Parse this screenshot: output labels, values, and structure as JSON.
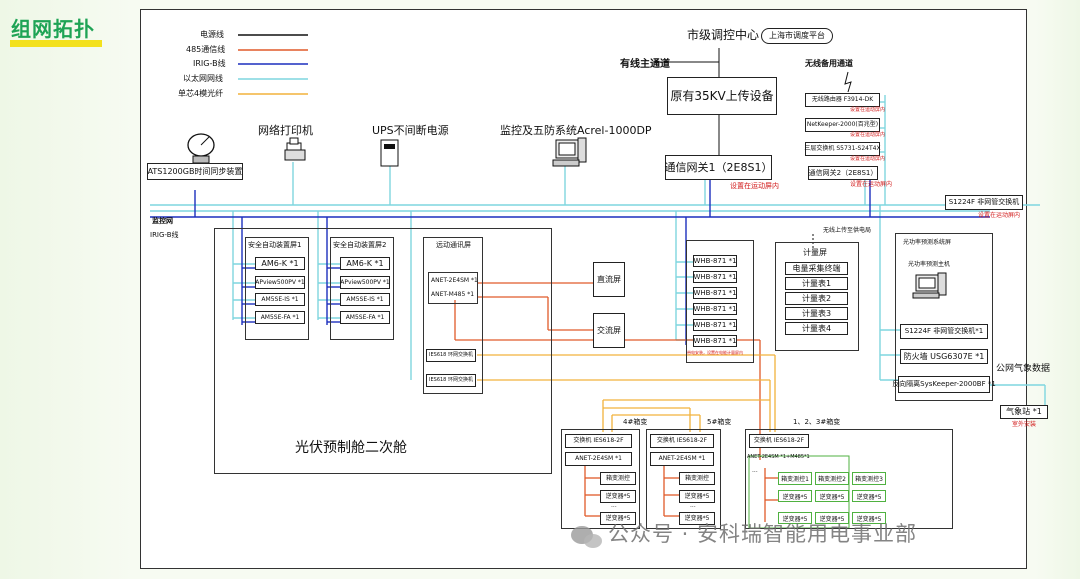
{
  "slide_title": "组网拓扑",
  "colors": {
    "title": "#1ea355",
    "title_bar": "#f3e11d",
    "power": "#111111",
    "rs485": "#e05a2a",
    "irigb": "#1c2fbd",
    "ethernet": "#7fd6df",
    "fiber": "#f2b23c",
    "red_note": "#d21a1a"
  },
  "legend": [
    {
      "label": "电源线",
      "color": "#111111"
    },
    {
      "label": "485通信线",
      "color": "#e05a2a"
    },
    {
      "label": "IRIG-B线",
      "color": "#1c2fbd"
    },
    {
      "label": "以太网网线",
      "color": "#7fd6df"
    },
    {
      "label": "单芯4模光纤",
      "color": "#f2b23c"
    }
  ],
  "top": {
    "dispatch_center": "市级调控中心",
    "dispatch_platform": "上海市调度平台",
    "wired_channel": "有线主通道",
    "wireless_channel": "无线备用通道",
    "upload_device": "原有35KV上传设备",
    "gateway1": "通信网关1（2E8S1）",
    "gateway1_note": "设置在运动屏内",
    "printer": "网络打印机",
    "ups": "UPS不间断电源",
    "monitor_system": "监控及五防系统Acrel-1000DP",
    "ats": "ATS1200GB时间同步装置",
    "router": "无线路由器 F3914-DK",
    "router_note": "设置在运动屏内",
    "netkeeper": "NetKeeper-2000(百兆型)",
    "netkeeper_note": "设置在运动屏内",
    "l3switch": "三层交换机 S5731-S24T4X",
    "l3switch_note": "设置在运动屏内",
    "gateway2": "通信网关2（2E8S1）",
    "gateway2_note": "设置在运动屏内",
    "switch_main": "S1224F 非网管交换机",
    "switch_main_note": "设置在运动屏内"
  },
  "left_labels": {
    "monitor_net": "监控网",
    "irigb": "IRIG-B线"
  },
  "cabin": {
    "name": "光伏预制舱二次舱",
    "panel1": {
      "title": "安全自动装置屏1",
      "items": [
        "AM6-K *1",
        "APview500PV *1",
        "AM5SE-IS *1",
        "AM5SE-FA *1"
      ]
    },
    "panel2": {
      "title": "安全自动装置屏2",
      "items": [
        "AM6-K *1",
        "APview500PV *1",
        "AM5SE-IS *1",
        "AM5SE-FA *1"
      ]
    },
    "telecom": {
      "title": "远动通讯屏",
      "anet1": "ANET-2E4SM *1",
      "anet2": "ANET-M485 *1",
      "ring1": "IES618 环网交换机",
      "ring2": "IES618 环网交换机"
    },
    "dc_panel": "直流屏",
    "ac_panel": "交流屏"
  },
  "meters": {
    "items": [
      "WHB-871 *1",
      "WHB-871 *1",
      "WHB-871 *1",
      "WHB-871 *1",
      "WHB-871 *1",
      "WHB-871 *1"
    ],
    "note": "带电安装，设置在电能计量屏内"
  },
  "metering": {
    "wireless_label": "无线上传至供电局",
    "title": "计量屏",
    "items": [
      "电量采集终端",
      "计量表1",
      "计量表2",
      "计量表3",
      "计量表4"
    ]
  },
  "forecast": {
    "title": "光功率预测系统屏",
    "host": "光功率预测主机",
    "switch": "S1224F 非网管交换机*1",
    "firewall": "防火墙 USG6307E *1",
    "isolation": "反向隔离SysKeeper-2000BF *1",
    "public_weather": "公网气象数据",
    "weather_station": "气象站 *1",
    "weather_note": "室外安装"
  },
  "boxes": {
    "b4": {
      "title": "4#箱变",
      "switch": "交换机 IES618-2F",
      "anet": "ANET-2E4SM *1",
      "monitor": "箱变测控",
      "inv1": "逆变器*5",
      "inv2": "逆变器*5",
      "dots": "···"
    },
    "b5": {
      "title": "5#箱变",
      "switch": "交换机 IES618-2F",
      "anet": "ANET-2E4SM *1",
      "monitor": "箱变测控",
      "inv1": "逆变器*5",
      "inv2": "逆变器*5",
      "dots": "···"
    },
    "b123": {
      "title": "1、2、3#箱变",
      "switch": "交换机 IES618-2F",
      "anet": "ANET-2E4SM *1+M485*1",
      "monitors": [
        "箱变测控1",
        "箱变测控2",
        "箱变测控3"
      ],
      "inv": "逆变器*5",
      "dots": "···"
    }
  },
  "watermark": "公众号 · 安科瑞智能用电事业部"
}
